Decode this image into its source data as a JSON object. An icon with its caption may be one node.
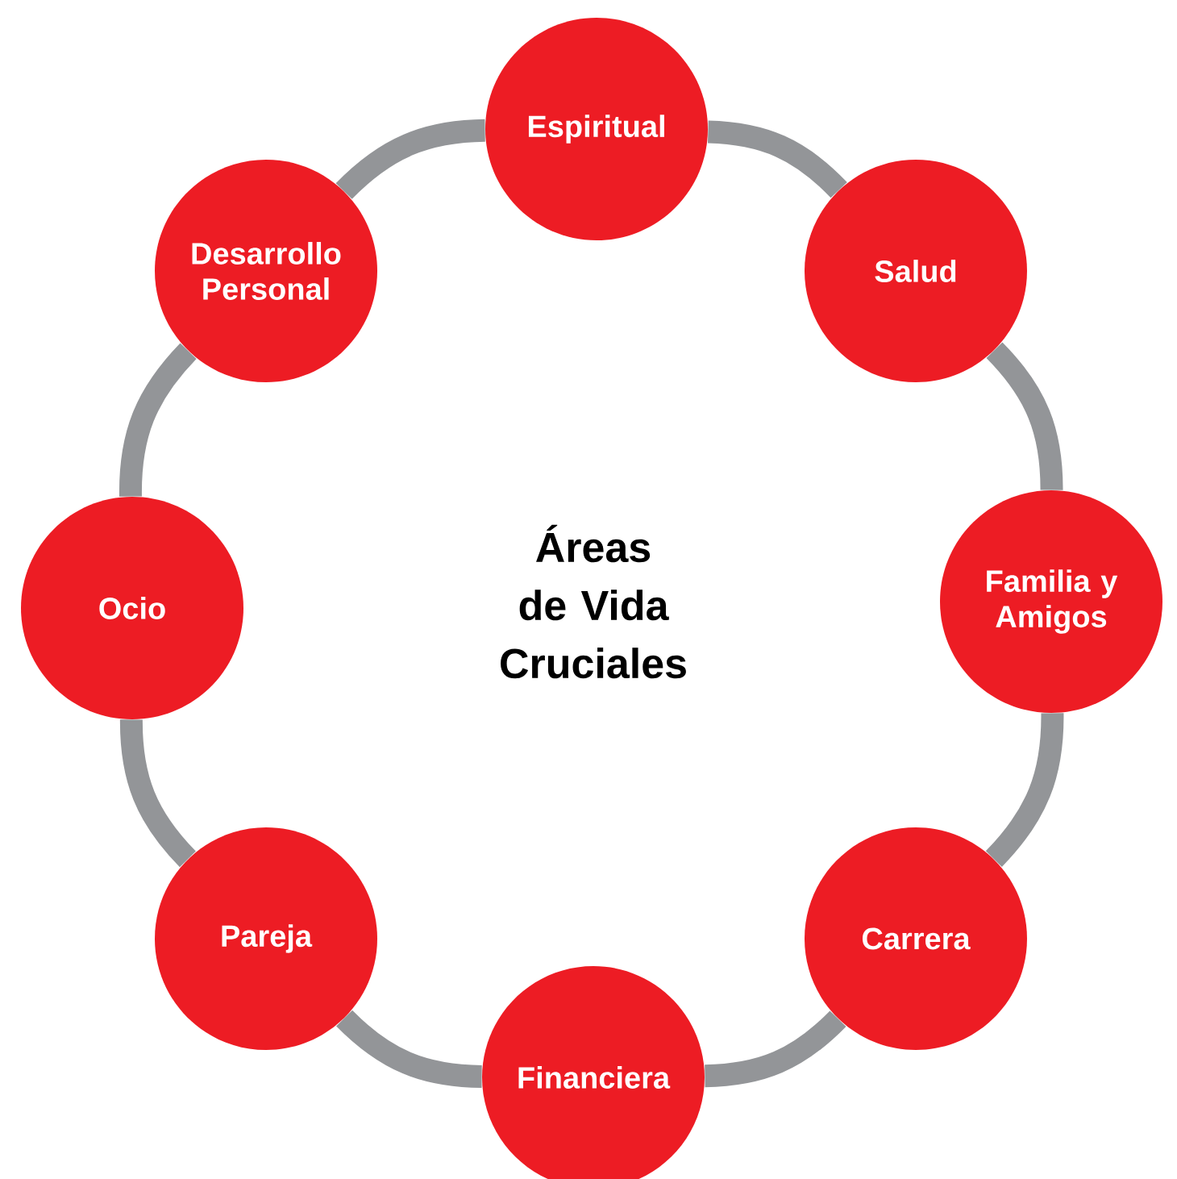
{
  "diagram": {
    "nodes": [
      {
        "text": [
          "Espiritual"
        ]
      },
      {
        "text": [
          "Salud"
        ]
      },
      {
        "text": [
          "Familia y Amigos"
        ]
      },
      {
        "text": [
          "Carrera"
        ]
      },
      {
        "text": [
          "Financiera"
        ]
      },
      {
        "text": [
          "Pareja"
        ]
      },
      {
        "text": [
          "Ocio"
        ]
      },
      {
        "text": [
          "Desarrollo Personal"
        ]
      }
    ],
    "edges": [
      {
        "from": 0,
        "to": 1,
        "arrow": "none"
      },
      {
        "from": 1,
        "to": 2,
        "arrow": "none"
      },
      {
        "from": 2,
        "to": 3,
        "arrow": "none"
      },
      {
        "from": 3,
        "to": 4,
        "arrow": "none"
      },
      {
        "from": 4,
        "to": 5,
        "arrow": "none"
      },
      {
        "from": 5,
        "to": 6,
        "arrow": "none"
      },
      {
        "from": 6,
        "to": 7,
        "arrow": "none"
      },
      {
        "from": 7,
        "to": 0,
        "arrow": "none"
      }
    ],
    "labels": [
      "Áreas de Vida Cruciales"
    ]
  }
}
